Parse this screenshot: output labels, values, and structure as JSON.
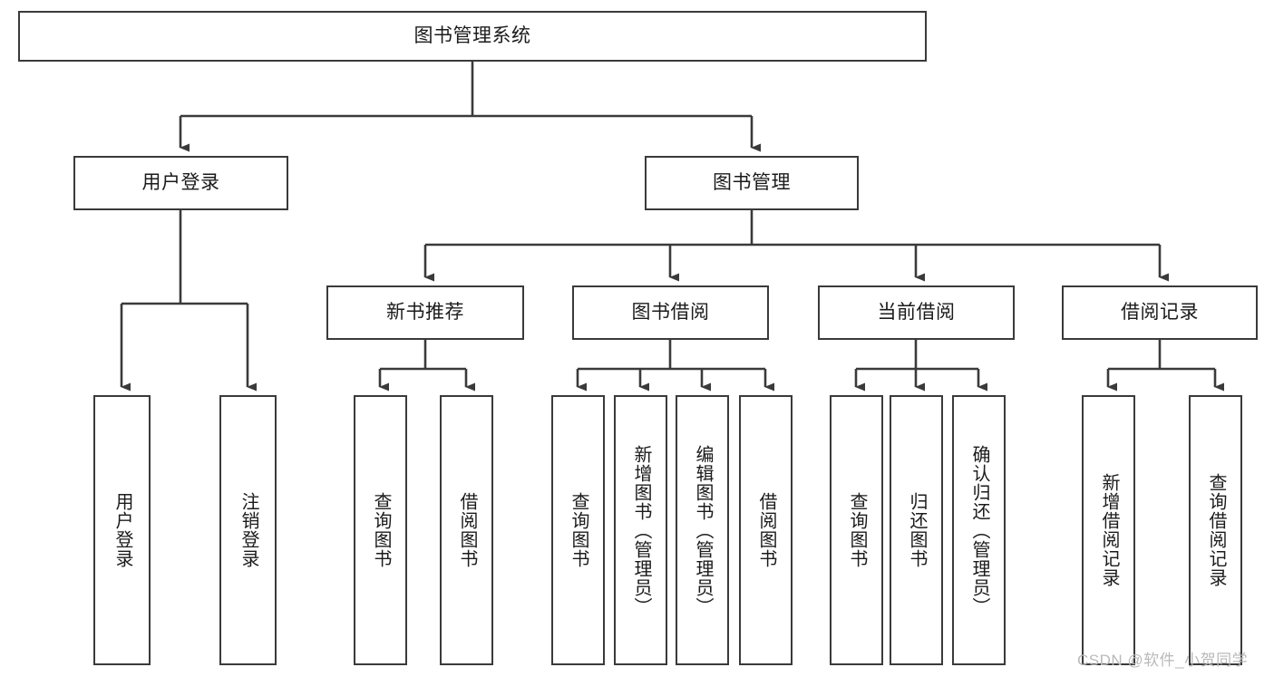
{
  "diagram": {
    "title": "图书管理系统",
    "type": "tree-hierarchy-chart",
    "root": {
      "label": "图书管理系统"
    },
    "level1": [
      {
        "id": "user-login",
        "label": "用户登录"
      },
      {
        "id": "book-management",
        "label": "图书管理"
      }
    ],
    "level2": [
      {
        "id": "new-book-recommend",
        "label": "新书推荐",
        "parent": "book-management"
      },
      {
        "id": "book-borrow",
        "label": "图书借阅",
        "parent": "book-management"
      },
      {
        "id": "current-borrow",
        "label": "当前借阅",
        "parent": "book-management"
      },
      {
        "id": "borrow-record",
        "label": "借阅记录",
        "parent": "book-management"
      }
    ],
    "leaves": [
      {
        "id": "leaf-user-login",
        "label": "用户登录",
        "parent": "user-login"
      },
      {
        "id": "leaf-user-logout",
        "label": "注销登录",
        "parent": "user-login"
      },
      {
        "id": "leaf-query-book-1",
        "label": "查询图书",
        "parent": "new-book-recommend"
      },
      {
        "id": "leaf-borrow-book-1",
        "label": "借阅图书",
        "parent": "new-book-recommend"
      },
      {
        "id": "leaf-query-book-2",
        "label": "查询图书",
        "parent": "book-borrow"
      },
      {
        "id": "leaf-add-book",
        "label": "新增图书（管理员）",
        "parent": "book-borrow"
      },
      {
        "id": "leaf-edit-book",
        "label": "编辑图书（管理员）",
        "parent": "book-borrow"
      },
      {
        "id": "leaf-borrow-book-2",
        "label": "借阅图书",
        "parent": "book-borrow"
      },
      {
        "id": "leaf-query-book-3",
        "label": "查询图书",
        "parent": "current-borrow"
      },
      {
        "id": "leaf-return-book",
        "label": "归还图书",
        "parent": "current-borrow"
      },
      {
        "id": "leaf-confirm-return",
        "label": "确认归还（管理员）",
        "parent": "current-borrow"
      },
      {
        "id": "leaf-add-record",
        "label": "新增借阅记录",
        "parent": "borrow-record"
      },
      {
        "id": "leaf-query-record",
        "label": "查询借阅记录",
        "parent": "borrow-record"
      }
    ],
    "colors": {
      "box_border": "#3a3a3a",
      "connector": "#3a3a3a",
      "text": "#1b1b1b",
      "background": "#ffffff",
      "watermark": "#b9b9b9"
    }
  },
  "watermark": {
    "text": "CSDN @软件_小贺同学"
  }
}
